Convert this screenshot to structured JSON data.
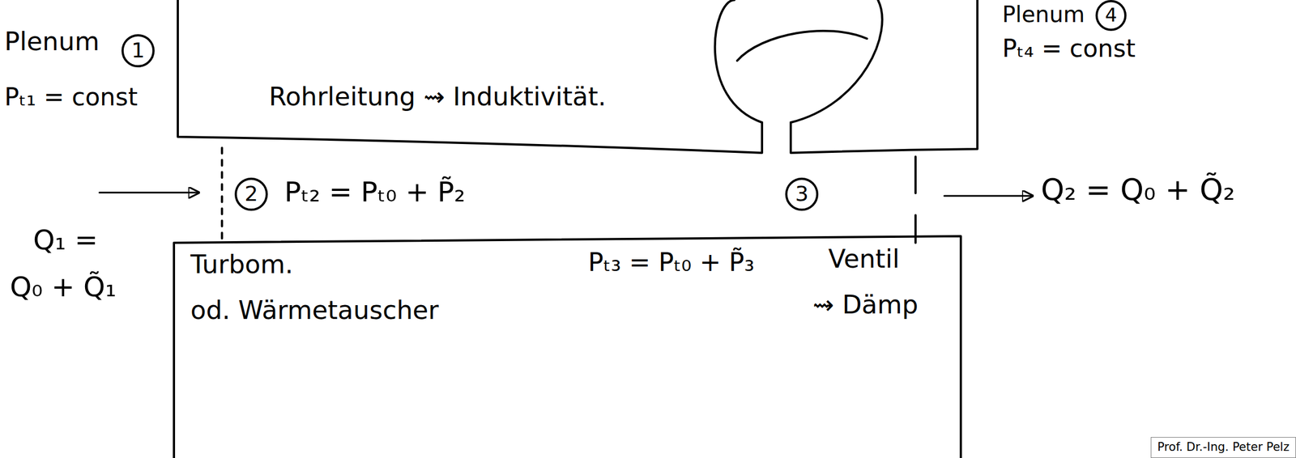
{
  "diagram": {
    "nodes": [
      {
        "text": [
          "1"
        ]
      },
      {
        "text": [
          "4"
        ]
      },
      {
        "text": [
          "2"
        ]
      },
      {
        "text": [
          "3"
        ]
      },
      {
        "text": [
          "Prof. Dr.-Ing. Peter Pelz"
        ]
      }
    ],
    "labels": [
      "Plenum",
      "Pₜ₁ = const",
      "Rohrleitung ⇝ Induktivität.",
      "Plenum",
      "Pₜ₄ = const",
      "Pₜ₂ = Pₜ₀ + P̃₂",
      "Q₁ =",
      "Q₀ + Q̃₁",
      "Q₂ = Q₀ + Q̃₂",
      "Turbom.",
      "od. Wärmetauscher",
      "Pₜ₃ = Pₜ₀ + P̃₃",
      "Ventil",
      "⇝ Dämp"
    ]
  }
}
